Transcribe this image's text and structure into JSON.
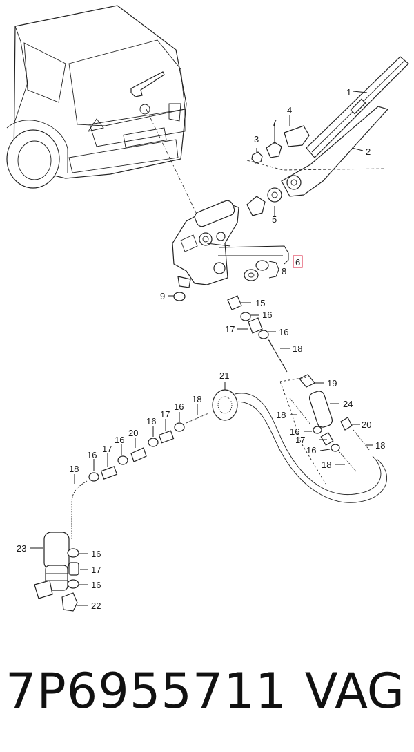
{
  "labels": {
    "p1": "1",
    "p2": "2",
    "p3": "3",
    "p4": "4",
    "p5": "5",
    "p6": "6",
    "p7": "7",
    "p8": "8",
    "p9": "9",
    "p15": "15",
    "p16": "16",
    "p17": "17",
    "p18": "18",
    "p19": "19",
    "p20": "20",
    "p21": "21",
    "p22": "22",
    "p23": "23",
    "p24": "24"
  },
  "footer": {
    "part_number": "7P6955711",
    "brand": "VAG"
  },
  "colors": {
    "line": "#1a1a1a",
    "highlight_box": "#e0405a"
  }
}
